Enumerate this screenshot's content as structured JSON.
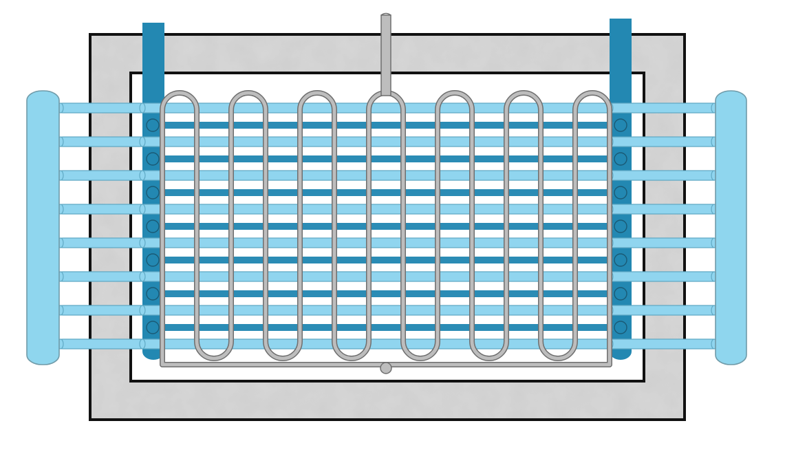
{
  "diagram": {
    "colors": {
      "background": "#ffffff",
      "frame_fill": "#cfcfcf",
      "frame_stroke": "#111111",
      "header_fill": "#8fd6ee",
      "header_stroke": "#6f9aa8",
      "light_tube": "#90d5ef",
      "light_tube_edge": "#5fa9c4",
      "dark_tube": "#2b8cb5",
      "collector": "#2388b2",
      "serpentine": "#bdbdbd",
      "serpentine_edge": "#6e6e6e",
      "white_core": "#ffffff"
    },
    "light_tube_rows": 8,
    "dark_tube_rows": 7,
    "serpentine_loops": 7,
    "collector_ports_per_side": 7
  }
}
